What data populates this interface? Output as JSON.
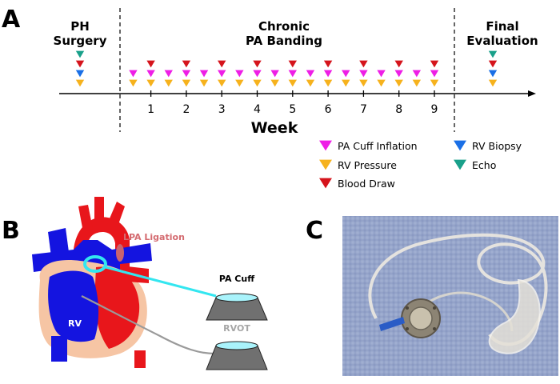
{
  "panels": {
    "a": "A",
    "b": "B",
    "c": "C"
  },
  "timeline": {
    "phases": [
      "PH",
      "Surgery",
      "Chronic",
      "PA Banding",
      "Final",
      "Evaluation"
    ],
    "weeks": [
      "1",
      "2",
      "3",
      "4",
      "5",
      "6",
      "7",
      "8",
      "9"
    ],
    "axis_label": "Week",
    "legend": [
      {
        "key": "pa_cuff",
        "label": "PA Cuff Inflation",
        "color": "#ee1ee6"
      },
      {
        "key": "rv_pressure",
        "label": "RV Pressure",
        "color": "#f6b21d"
      },
      {
        "key": "blood_draw",
        "label": "Blood Draw",
        "color": "#d5141c"
      },
      {
        "key": "rv_biopsy",
        "label": "RV Biopsy",
        "color": "#1a6fe6"
      },
      {
        "key": "echo",
        "label": "Echo",
        "color": "#19a08a"
      }
    ],
    "events": {
      "surgery": [
        "echo",
        "blood_draw",
        "rv_biopsy",
        "rv_pressure"
      ],
      "final": [
        "echo",
        "blood_draw",
        "rv_biopsy",
        "rv_pressure"
      ],
      "banding_half_weeks": [
        0.5,
        1,
        1.5,
        2,
        2.5,
        3,
        3.5,
        4,
        4.5,
        5,
        5.5,
        6,
        6.5,
        7,
        7.5,
        8,
        8.5,
        9
      ],
      "blood_draw_weeks": [
        1,
        2,
        3,
        4,
        5,
        6,
        7,
        8,
        9
      ]
    }
  },
  "schematic": {
    "ventricle_label": "RV",
    "ligation_label": "LPA Ligation",
    "cuff_label": "PA Cuff",
    "rvot_label": "RVOT",
    "colors": {
      "artery_red": "#e8161b",
      "vein_blue": "#1414e0",
      "muscle": "#f6c5a4",
      "cuff_line": "#33e6f0",
      "rvot_line": "#9a9a9a",
      "reservoir": "#707070",
      "reservoir_top": "#a9f3fb"
    }
  },
  "photo": {
    "description_icon": "implanted-cuff-photo"
  }
}
